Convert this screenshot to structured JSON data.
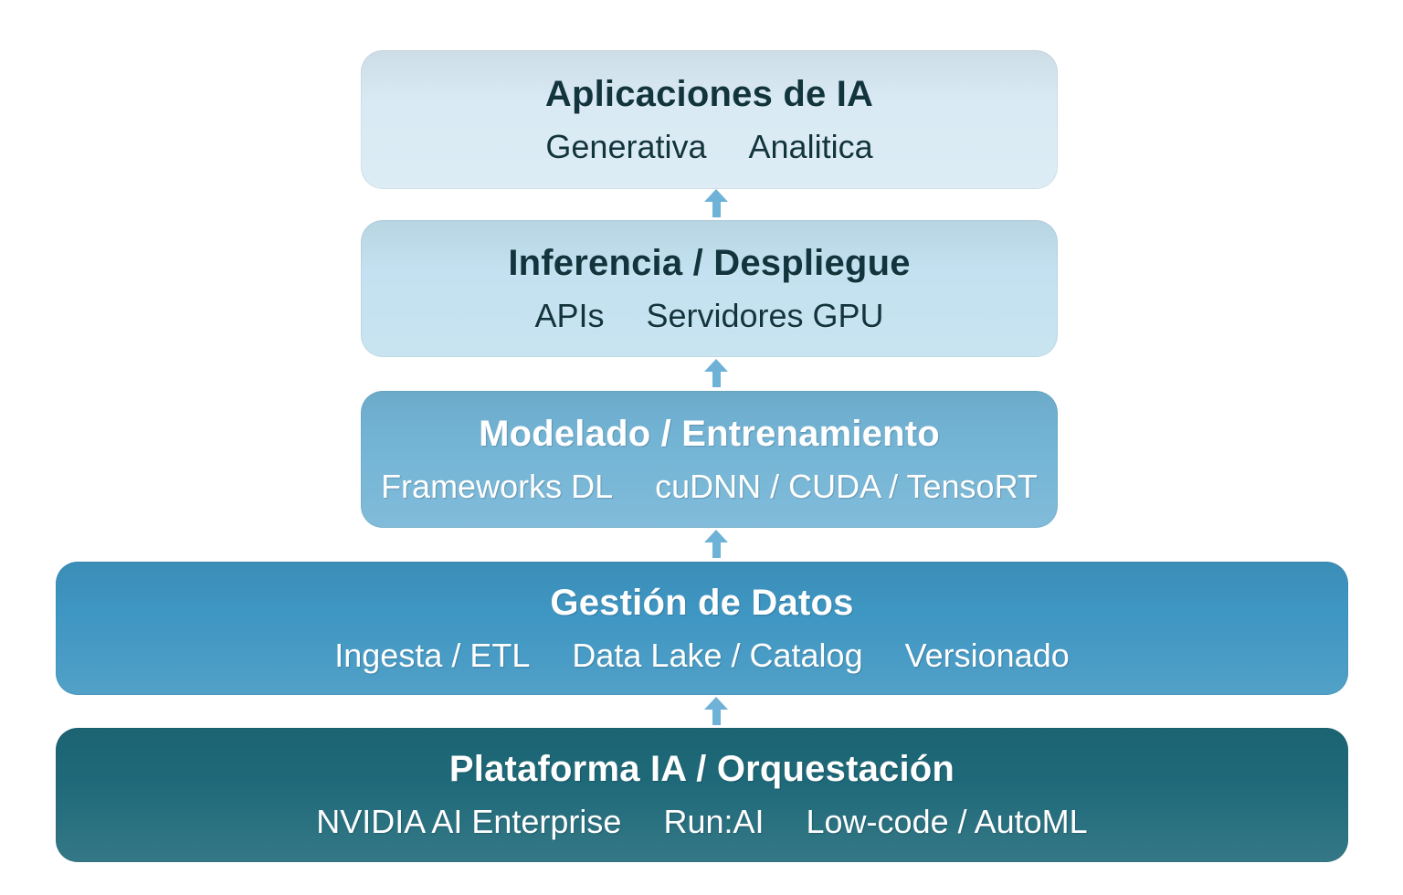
{
  "diagram": {
    "arrow_color": "#6fb2d7",
    "arrow_direction": "up",
    "layers": [
      {
        "id": "aplicaciones",
        "title": "Aplicaciones de IA",
        "items": [
          "Generativa",
          "Analitica"
        ],
        "bg": "#d9eaf4",
        "fg": "#12343c"
      },
      {
        "id": "inferencia",
        "title": "Inferencia / Despliegue",
        "items": [
          "APIs",
          "Servidores GPU"
        ],
        "bg": "#c3e1f0",
        "fg": "#12343c"
      },
      {
        "id": "modelado",
        "title": "Modelado / Entrenamiento",
        "items": [
          "Frameworks DL",
          "cuDNN / CUDA / TensoRT"
        ],
        "bg": "#73b4d5",
        "fg": "#ffffff"
      },
      {
        "id": "gestion-datos",
        "title": "Gestión de Datos",
        "items": [
          "Ingesta / ETL",
          "Data Lake / Catalog",
          "Versionado"
        ],
        "bg": "#3e96c2",
        "fg": "#ffffff"
      },
      {
        "id": "plataforma",
        "title": "Plataforma IA / Orquestación",
        "items": [
          "NVIDIA AI Enterprise",
          "Run:AI",
          "Low-code / AutoML"
        ],
        "bg": "#1e6979",
        "fg": "#ffffff"
      }
    ]
  }
}
